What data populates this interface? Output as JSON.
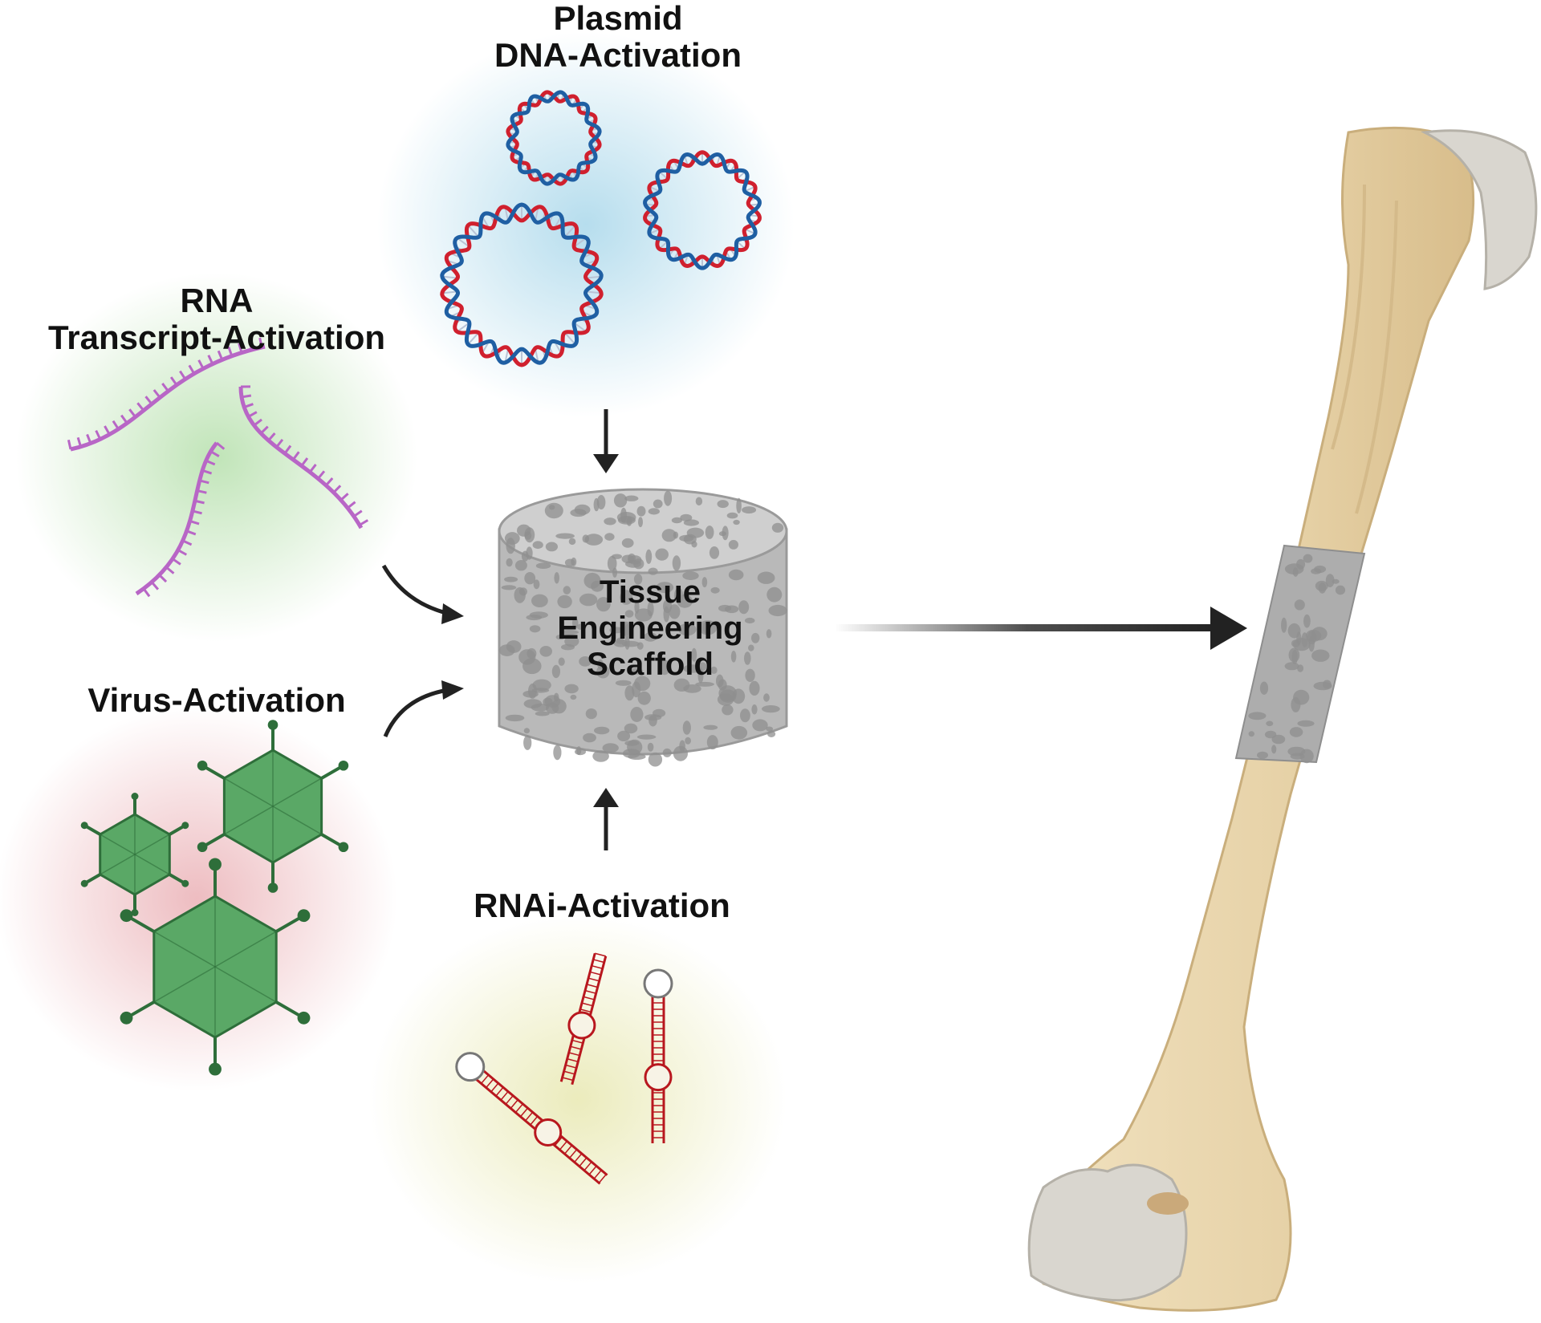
{
  "labels": {
    "plasmid": [
      "Plasmid",
      "DNA-Activation"
    ],
    "rna_transcript": [
      "RNA",
      "Transcript-Activation"
    ],
    "virus": [
      "Virus-Activation"
    ],
    "rnai": [
      "RNAi-Activation"
    ],
    "scaffold": [
      "Tissue",
      "Engineering",
      "Scaffold"
    ]
  },
  "colors": {
    "dna_red": "#d0202e",
    "dna_blue": "#1f5fa3",
    "rna_purple": "#b866c6",
    "virus_green": "#5aa866",
    "virus_dark": "#2e6e3a",
    "rnai_red": "#b8171e",
    "scaffold_gray": "#b4b4b4",
    "bone": "#e8d5ad",
    "arrow": "#222222"
  },
  "icons": [
    "plasmid-dna-icon",
    "rna-strand-icon",
    "virus-capsid-icon",
    "shrna-hairpin-icon",
    "scaffold-cylinder-icon",
    "humerus-bone-icon"
  ]
}
